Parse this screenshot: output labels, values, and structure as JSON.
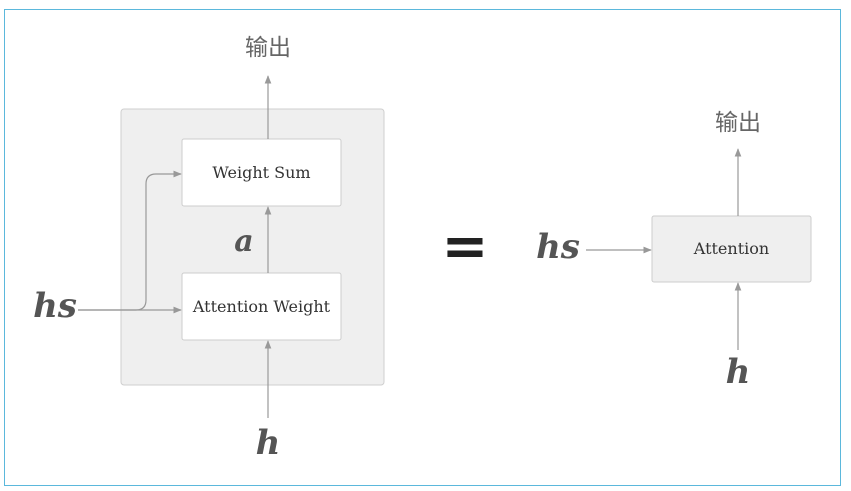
{
  "left": {
    "output_label": "输出",
    "weight_sum_label": "Weight Sum",
    "attention_weight_label": "Attention Weight",
    "a_label": "a",
    "hs_label": "hs",
    "h_label": "h"
  },
  "equals_sign": "=",
  "right": {
    "output_label": "输出",
    "attention_label": "Attention",
    "hs_label": "hs",
    "h_label": "h"
  },
  "colors": {
    "frame_border": "#5bb8dc",
    "container_fill": "#efefef",
    "arrow": "#999999"
  }
}
